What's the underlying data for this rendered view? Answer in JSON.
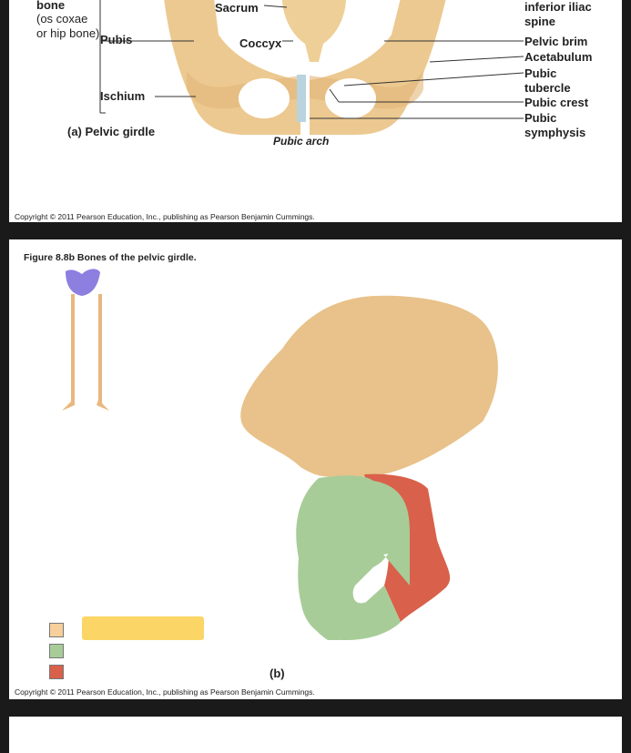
{
  "slide_a": {
    "labels": {
      "hip_bone_title": "bone",
      "hip_bone_sub": "(os coxae or hip bone)",
      "pubis": "Pubis",
      "ischium": "Ischium",
      "sacrum": "Sacrum",
      "coccyx": "Coccyx",
      "pubic_arch": "Pubic arch",
      "anterior_inferior_iliac_spine": "Anterior inferior iliac spine",
      "pelvic_brim": "Pelvic brim",
      "acetabulum": "Acetabulum",
      "pubic_tubercle": "Pubic tubercle",
      "pubic_crest": "Pubic crest",
      "pubic_symphysis": "Pubic symphysis"
    },
    "caption": "(a) Pelvic girdle",
    "copyright": "Copyright © 2011 Pearson Education, Inc., publishing as Pearson Benjamin Cummings."
  },
  "slide_b": {
    "title": "Figure 8.8b  Bones of the pelvic girdle.",
    "panel_label": "(b)",
    "legend": [
      {
        "color": "#f7cf9a"
      },
      {
        "color": "#a8cc98"
      },
      {
        "color": "#d9604a"
      }
    ],
    "highlight_color": "#fbd667",
    "copyright": "Copyright © 2011 Pearson Education, Inc., publishing as Pearson Benjamin Cummings."
  }
}
